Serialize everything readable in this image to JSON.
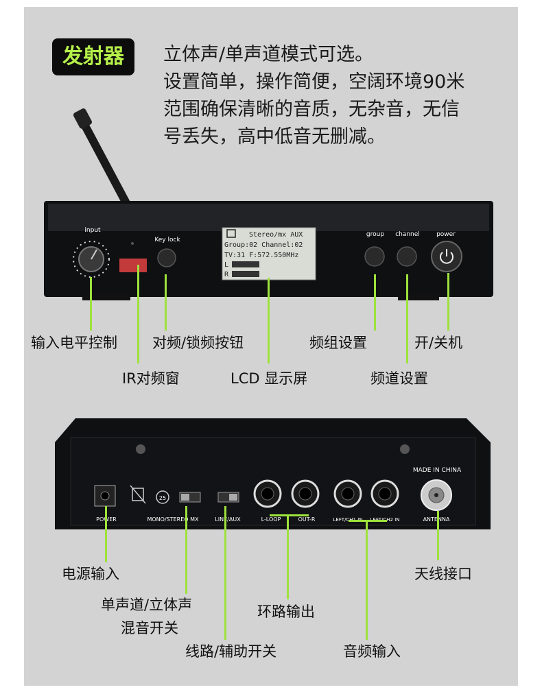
{
  "header": {
    "badge": "发射器",
    "lines": [
      "立体声/单声道模式可选。",
      "设置简单，操作简便，空阔环境90米",
      "范围确保清晰的音质，无杂音，无信",
      "号丢失，高中低音无删减。"
    ]
  },
  "front": {
    "panel_text": {
      "input": "input",
      "keylock": "Key lock",
      "group": "group",
      "channel": "channel",
      "power": "power"
    },
    "lcd": {
      "line1": "Stereo/mx AUX",
      "line2": "Group:02  Channel:02",
      "line3": "TV:31   F:572.550MHz",
      "left": "L",
      "right": "R"
    },
    "labels": {
      "input_level": "输入电平控制",
      "ir_window": "IR对频窗",
      "pair_lock": "对频/锁频按钮",
      "lcd": "LCD 显示屏",
      "group_set": "频组设置",
      "channel_set": "频道设置",
      "power_onoff": "开/关机"
    }
  },
  "rear": {
    "panel_text": {
      "made_in": "MADE IN CHINA",
      "power": "POWER",
      "mono_stereo": "MONO/STEREO MX",
      "line_aux": "LINE/AUX",
      "l_loop": "L-LOOP",
      "out_r": "OUT-R",
      "left_ch1": "LEFT/CH1 IN",
      "left_ch2": "LEFT/CH2 IN",
      "antenna": "ANTENNA",
      "badge25": "25"
    },
    "labels": {
      "power_in": "电源输入",
      "mono_mix_1": "单声道/立体声",
      "mono_mix_2": "混音开关",
      "line_aux_sw": "线路/辅助开关",
      "loop_out": "环路输出",
      "audio_in": "音频输入",
      "antenna_port": "天线接口"
    }
  },
  "colors": {
    "accent": "#9ee23c",
    "badge_text": "#b6f04a",
    "panel_bg": "#d3d3d3"
  }
}
